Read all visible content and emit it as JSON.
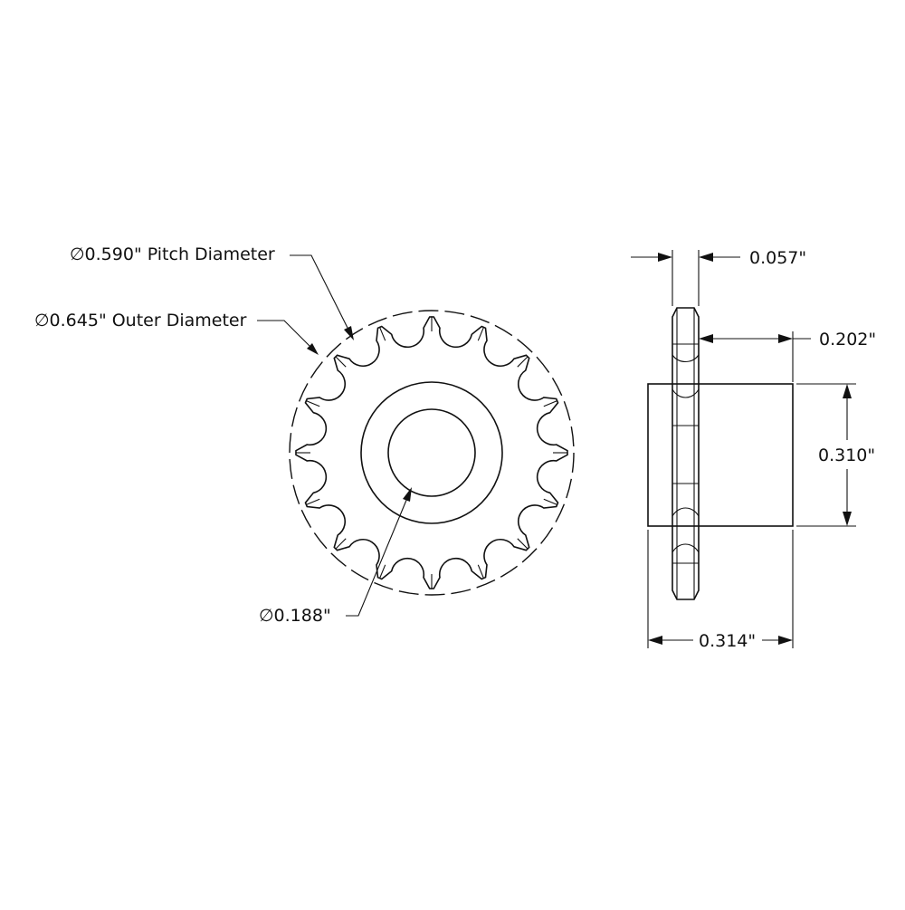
{
  "front_view": {
    "tooth_count": 16,
    "labels": {
      "pitch_diameter": "∅0.590\" Pitch Diameter",
      "outer_diameter": "∅0.645\" Outer Diameter",
      "bore_diameter": "∅0.188\""
    }
  },
  "side_view": {
    "labels": {
      "plate_thickness": "0.057\"",
      "hub_offset": "0.202\"",
      "hub_diameter": "0.310\"",
      "overall_length": "0.314\""
    }
  }
}
